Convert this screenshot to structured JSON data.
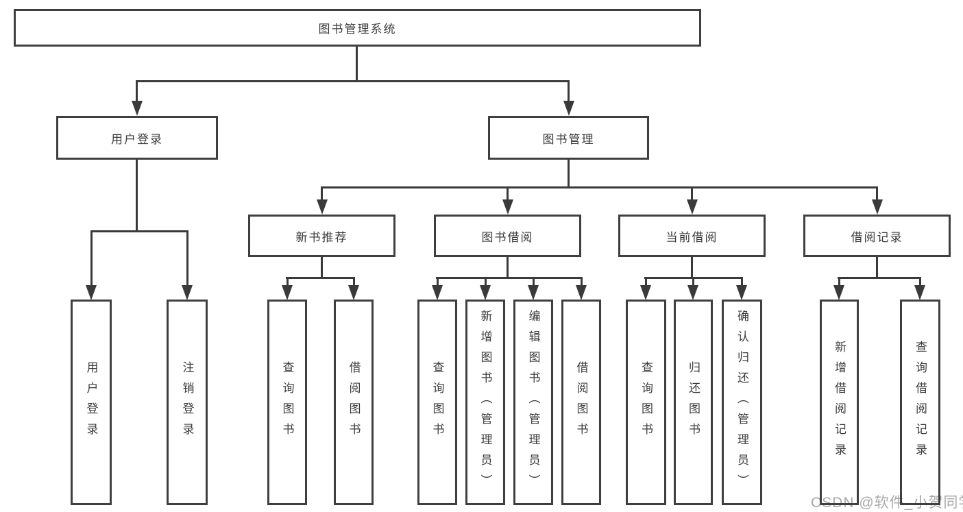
{
  "tree": {
    "root": {
      "label": "图书管理系统"
    },
    "user_login": {
      "label": "用户登录",
      "children": [
        {
          "label": "用户登录"
        },
        {
          "label": "注销登录"
        }
      ]
    },
    "book_mgmt": {
      "label": "图书管理",
      "sections": [
        {
          "label": "新书推荐",
          "children": [
            {
              "label": "查询图书"
            },
            {
              "label": "借阅图书"
            }
          ]
        },
        {
          "label": "图书借阅",
          "children": [
            {
              "label": "查询图书"
            },
            {
              "label": "新增图书（管理员）"
            },
            {
              "label": "编辑图书（管理员）"
            },
            {
              "label": "借阅图书"
            }
          ]
        },
        {
          "label": "当前借阅",
          "children": [
            {
              "label": "查询图书"
            },
            {
              "label": "归还图书"
            },
            {
              "label": "确认归还（管理员）"
            }
          ]
        },
        {
          "label": "借阅记录",
          "children": [
            {
              "label": "新增借阅记录"
            },
            {
              "label": "查询借阅记录"
            }
          ]
        }
      ]
    }
  },
  "watermark": {
    "text": "CSDN @软件_小贺同学"
  },
  "colors": {
    "background": "#ffffff",
    "box_border": "#3f3f3f",
    "line": "#3a3a3a",
    "text": "#3b3b3b",
    "watermark": "#a8a8a8"
  }
}
